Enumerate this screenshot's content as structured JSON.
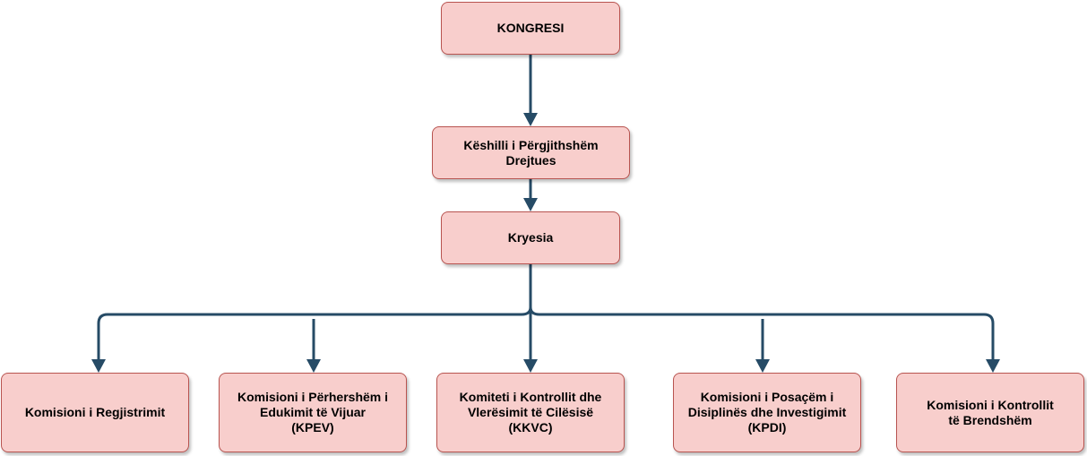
{
  "diagram": {
    "line_color": "#264b66",
    "node_fill": "#f8cecc",
    "node_border": "#b85450",
    "nodes": {
      "kongresi": "KONGRESI",
      "keshilli": "Këshilli i Përgjithshëm\nDrejtues",
      "kryesia": "Kryesia",
      "regjistrimit": "Komisioni i Regjistrimit",
      "kpev": "Komisioni i  Përhershëm i\nEdukimit të Vijuar\n(KPEV)",
      "kkvc": "Komiteti i Kontrollit dhe\nVlerësimit të Cilësisë\n(KKVC)",
      "kpdi": "Komisioni i Posaçëm i\nDisiplinës dhe Investigimit\n(KPDI)",
      "brendshem": "Komisioni i Kontrollit\ntë Brendshëm"
    },
    "edges": [
      [
        "kongresi",
        "keshilli"
      ],
      [
        "keshilli",
        "kryesia"
      ],
      [
        "kryesia",
        "regjistrimit"
      ],
      [
        "kryesia",
        "kpev"
      ],
      [
        "kryesia",
        "kkvc"
      ],
      [
        "kryesia",
        "kpdi"
      ],
      [
        "kryesia",
        "brendshem"
      ]
    ]
  }
}
